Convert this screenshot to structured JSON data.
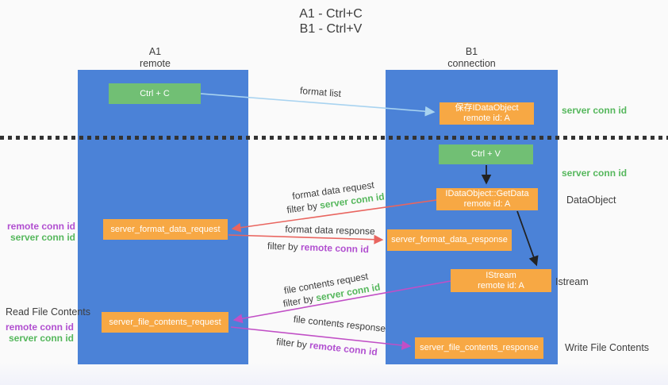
{
  "title": {
    "line1": "A1 - Ctrl+C",
    "line2": "B1 - Ctrl+V"
  },
  "columns": {
    "left": {
      "name": "A1",
      "subtitle": "remote"
    },
    "right": {
      "name": "B1",
      "subtitle": "connection"
    }
  },
  "nodes": {
    "ctrl_c": {
      "label": "Ctrl + C"
    },
    "ctrl_v": {
      "label": "Ctrl + V"
    },
    "save_dataobject": {
      "line1": "保存IDataObject",
      "line2": "remote id: A"
    },
    "getdata": {
      "line1": "IDataObject::GetData",
      "line2": "remote id: A"
    },
    "istream": {
      "line1": "IStream",
      "line2": "remote id: A"
    },
    "fmt_req": {
      "label": "server_format_data_request"
    },
    "fmt_resp": {
      "label": "server_format_data_response"
    },
    "file_req": {
      "label": "server_file_contents_request"
    },
    "file_resp": {
      "label": "server_file_contents_response"
    }
  },
  "messages": [
    {
      "label": "format list"
    },
    {
      "label": "format data request",
      "filter_prefix": "filter by",
      "filter_key": "server conn id"
    },
    {
      "label": "format data response",
      "filter_prefix": "filter by",
      "filter_key": "remote conn id"
    },
    {
      "label": "file contents request",
      "filter_prefix": "filter by",
      "filter_key": "server conn id"
    },
    {
      "label": "file contents response",
      "filter_prefix": "filter by",
      "filter_key": "remote conn id"
    }
  ],
  "side_labels": {
    "left_format": {
      "remote": "remote conn id",
      "server": "server conn id"
    },
    "read_title": "Read File Contents",
    "left_file": {
      "remote": "remote conn id",
      "server": "server conn id"
    },
    "right_server_conn_top": "server conn id",
    "right_server_conn_mid": "server conn id",
    "dataobject": "DataObject",
    "istream": "Istream",
    "write_title": "Write File Contents"
  },
  "colors": {
    "column_blue": "#4b82d7",
    "box_green": "#71bf74",
    "box_orange": "#f7a844",
    "green_text": "#55b75c",
    "purple_text": "#b14fd0",
    "arrow_red": "#e9655f",
    "arrow_magenta": "#c14fc6",
    "arrow_blue": "#a8d3f0",
    "arrow_black": "#222222"
  }
}
